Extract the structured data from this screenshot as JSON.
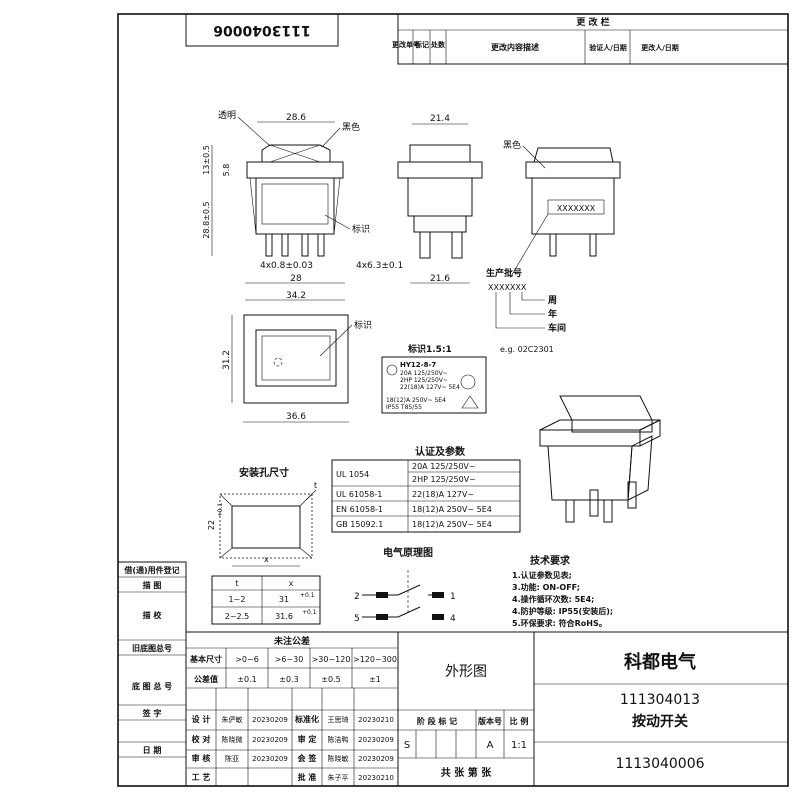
{
  "drawing_number": "1113040006",
  "change_table": {
    "title": "更 改 栏",
    "headers": [
      "更改单号",
      "标记",
      "处数",
      "更改内容描述",
      "验证人/日期",
      "更改人/日期"
    ]
  },
  "front_view": {
    "label_transparent": "透明",
    "label_black": "黑色",
    "label_mark": "标识",
    "dim_top_width": "28.6",
    "dim_cap_height": "13±0.5",
    "dim_flange": "5.8",
    "dim_body_height": "28.8±0.5",
    "dim_terminal": "4x0.8±0.03",
    "dim_body_width": "28",
    "dim_total_width": "34.2"
  },
  "side_view": {
    "dim_top": "21.4",
    "dim_terminal": "4x6.3±0.1",
    "dim_bottom": "21.6"
  },
  "right_view": {
    "label_black": "黑色",
    "marking": "XXXXXXX",
    "batch_title": "生产批号",
    "batch_code": "XXXXXXX",
    "legend": [
      "周",
      "年",
      "车间"
    ],
    "example": "e.g. 02C2301"
  },
  "top_view": {
    "label_mark": "标识",
    "dim_height": "31.2",
    "dim_width": "36.6"
  },
  "marking_plate": {
    "title": "标识1.5:1",
    "model": "HY12-8-7",
    "lines": [
      "20A 125/250V~",
      "2HP 125/250V~",
      "22(18)A 127V~ 5E4",
      "18(12)A 250V~ 5E4",
      "IP55 T85/55"
    ]
  },
  "cert_table": {
    "title": "认证及参数",
    "rows": [
      {
        "std": "UL 1054",
        "val": "20A 125/250V~"
      },
      {
        "std": "",
        "val": "2HP 125/250V~"
      },
      {
        "std": "UL 61058-1",
        "val": "22(18)A 127V~"
      },
      {
        "std": "EN 61058-1",
        "val": "18(12)A 250V~ 5E4"
      },
      {
        "std": "GB 15092.1",
        "val": "18(12)A 250V~ 5E4"
      }
    ]
  },
  "mounting_hole": {
    "title": "安装孔尺寸",
    "dim_y": "22",
    "dim_y_tol": "+0.1",
    "label_t": "t",
    "label_x": "x",
    "table_headers": [
      "t",
      "x"
    ],
    "table_rows": [
      {
        "t": "1~2",
        "x": "31",
        "tol": "+0.1"
      },
      {
        "t": "2~2.5",
        "x": "31.6",
        "tol": "+0.1"
      }
    ]
  },
  "circuit": {
    "title": "电气原理图",
    "pins": [
      "2",
      "1",
      "5",
      "4"
    ]
  },
  "tech_requirements": {
    "title": "技术要求",
    "items": [
      "1.认证参数见表;",
      "3.功能: ON-OFF;",
      "4.操作循环次数: 5E4;",
      "4.防护等级: IP55(安装后);",
      "5.环保要求: 符合RoHS。"
    ]
  },
  "left_column": [
    "借(通)用件登记",
    "描    图",
    "描    校",
    "旧底图总号",
    "底 图 总 号",
    "签    字",
    "日    期"
  ],
  "tolerance": {
    "title": "未注公差",
    "row1_label": "基本尺寸",
    "row1": [
      ">0~6",
      ">6~30",
      ">30~120",
      ">120~300"
    ],
    "row2_label": "公差值",
    "row2": [
      "±0.1",
      "±0.3",
      "±0.5",
      "±1"
    ]
  },
  "signoff": {
    "rows": [
      {
        "r1": "设  计",
        "n1": "朱俨敏",
        "d1": "20230209",
        "r2": "标准化",
        "n2": "王思琦",
        "d2": "20230210"
      },
      {
        "r1": "校  对",
        "n1": "陈晓微",
        "d1": "20230209",
        "r2": "审  定",
        "n2": "陈洁鸭",
        "d2": "20230209"
      },
      {
        "r1": "审  核",
        "n1": "陈亚",
        "d1": "20230209",
        "r2": "会  签",
        "n2": "陈晓敏",
        "d2": "20230209"
      },
      {
        "r1": "工  艺",
        "n1": "",
        "d1": "",
        "r2": "批  准",
        "n2": "朱子平",
        "d2": "20230210"
      }
    ]
  },
  "title_block": {
    "drawing_title": "外形图",
    "company": "科都电气",
    "part_number": "111304013",
    "part_name": "按动开关",
    "stage_headers": [
      "阶 段 标 记",
      "版本号",
      "比 例"
    ],
    "stage": "S",
    "version": "A",
    "scale": "1:1",
    "sheet_text": "共    张    第    张",
    "drawing_number": "1113040006"
  }
}
